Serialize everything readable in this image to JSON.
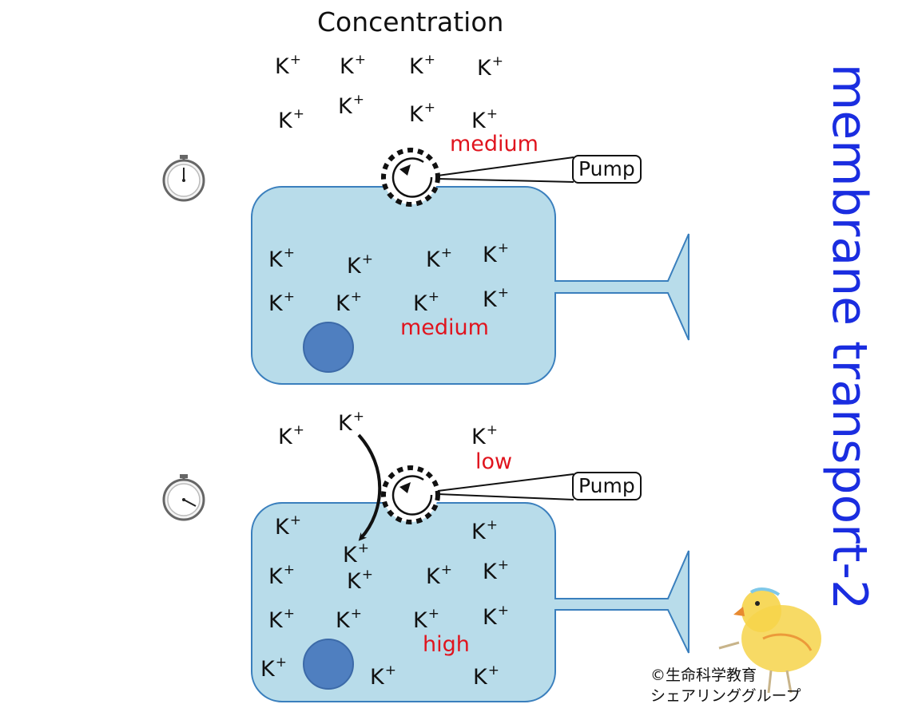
{
  "title": "Concentration",
  "side_title": "membrane transport-2",
  "ion": {
    "symbol": "K",
    "charge": "+"
  },
  "pump_label": "Pump",
  "panel1": {
    "outside_level": "medium",
    "inside_level": "medium"
  },
  "panel2": {
    "outside_level": "low",
    "inside_level": "high"
  },
  "copyright": {
    "line1": "©生命科学教育",
    "line2": "シェアリンググループ"
  },
  "colors": {
    "cell_fill": "#b8dcea",
    "cell_stroke": "#3a7fbd",
    "nucleus": "#4f7fc0",
    "level_text": "#e0141e",
    "title_vertical": "#1a2de0"
  },
  "icons": [
    "stopwatch-icon",
    "pump-rotation-icon",
    "chick-illustration"
  ]
}
